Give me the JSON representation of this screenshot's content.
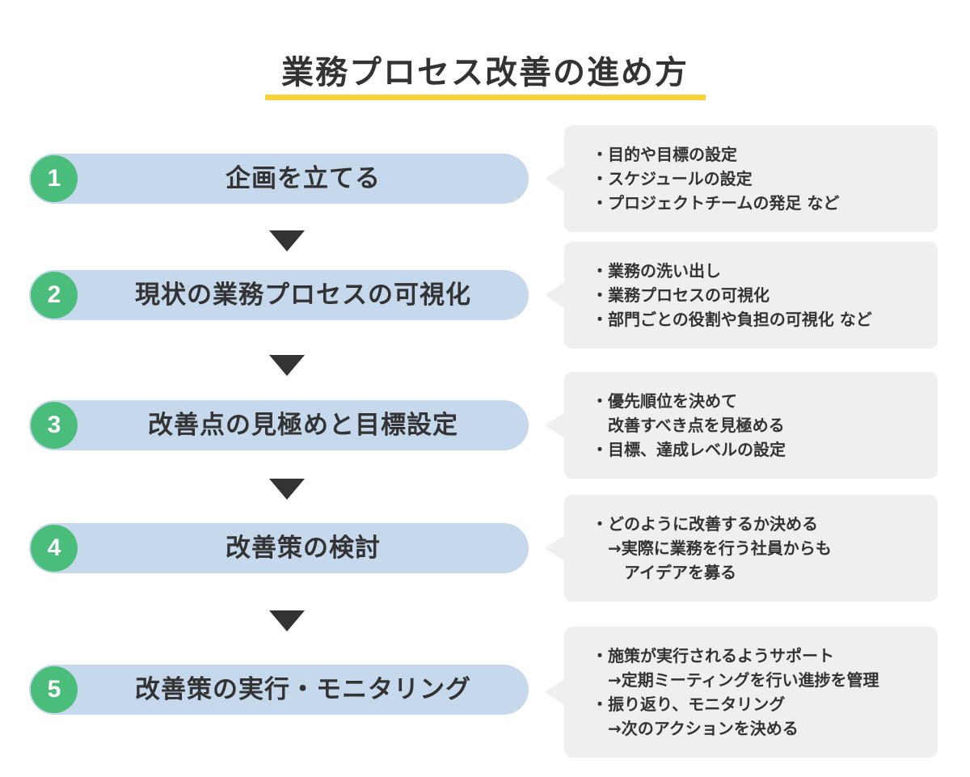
{
  "title": "業務プロセス改善の進め方",
  "colors": {
    "underline": "#f9d23a",
    "pill": "#c5d8ec",
    "circle": "#4bbd7b",
    "note_bg": "#efefef",
    "arrow": "#333333"
  },
  "steps": [
    {
      "number": "1",
      "label": "企画を立てる",
      "notes": [
        "・目的や目標の設定",
        "・スケジュールの設定",
        "・プロジェクトチームの発足 など"
      ]
    },
    {
      "number": "2",
      "label": "現状の業務プロセスの可視化",
      "notes": [
        "・業務の洗い出し",
        "・業務プロセスの可視化",
        "・部門ごとの役割や負担の可視化 など"
      ]
    },
    {
      "number": "3",
      "label": "改善点の見極めと目標設定",
      "notes": [
        "・優先順位を決めて",
        "　改善すべき点を見極める",
        "・目標、達成レベルの設定"
      ]
    },
    {
      "number": "4",
      "label": "改善策の検討",
      "notes": [
        "・どのように改善するか決める",
        "　→実際に業務を行う社員からも",
        "　　アイデアを募る"
      ]
    },
    {
      "number": "5",
      "label": "改善策の実行・モニタリング",
      "notes": [
        "・施策が実行されるようサポート",
        "　→定期ミーティングを行い進捗を管理",
        "・振り返り、モニタリング",
        "　→次のアクションを決める"
      ]
    }
  ]
}
